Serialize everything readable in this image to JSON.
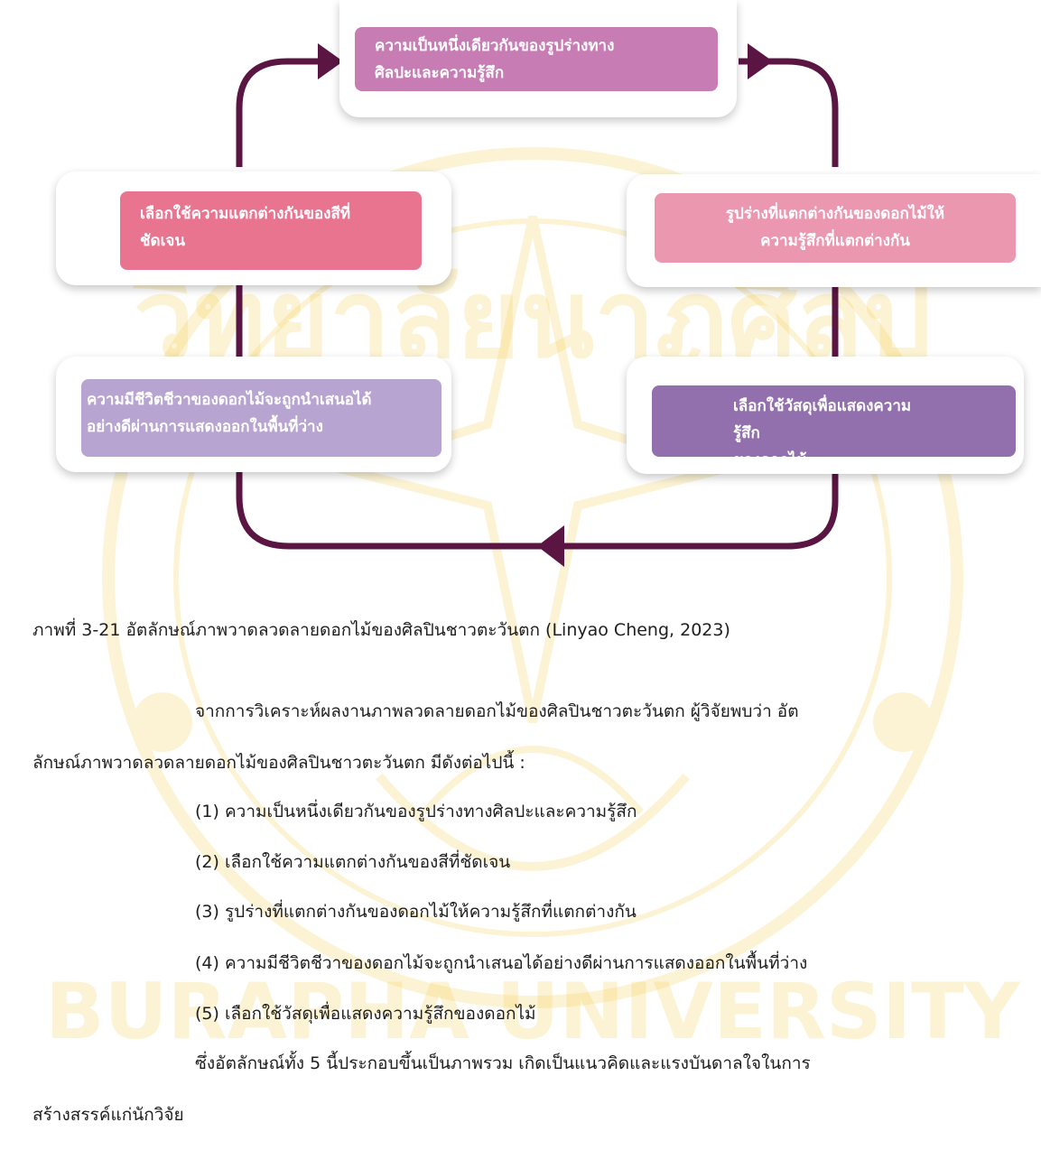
{
  "watermark": {
    "color": "#f4c430",
    "text_top": "วิทยาลัยนาฏศิลป",
    "text_bottom": "BURAPHA UNIVERSITY"
  },
  "diagram": {
    "arrow_color": "#5a1542",
    "nodes": [
      {
        "text": "ความเป็นหนึ่งเดียวกันของรูปร่างทาง\nศิลปะและความรู้สึก",
        "color": "#c77cb4"
      },
      {
        "text": "เลือกใช้ความแตกต่างกันของสีที่\nชัดเจน",
        "color": "#e9748f"
      },
      {
        "text": "รูปร่างที่แตกต่างกันของดอกไม้ให้\nความรู้สึกที่แตกต่างกัน",
        "color": "#ec97b0"
      },
      {
        "text": "ความมีชีวิตชีวาของดอกไม้จะถูกนำเสนอได้\nอย่างดีผ่านการแสดงออกในพื้นที่ว่าง",
        "color": "#b8a4d0"
      },
      {
        "text": "เลือกใช้วัสดุเพื่อแสดงความรู้สึก\nของดอกไม้",
        "color": "#9270ae"
      }
    ]
  },
  "document": {
    "caption": "ภาพที่ 3-21 อัตลักษณ์ภาพวาดลวดลายดอกไม้ของศิลปินชาวตะวันตก (Linyao Cheng, 2023)",
    "para1_line1": "จากการวิเคราะห์ผลงานภาพลวดลายดอกไม้ของศิลปินชาวตะวันตก ผู้วิจัยพบว่า อัต",
    "para1_line2": "ลักษณ์ภาพวาดลวดลายดอกไม้ของศิลปินชาวตะวันตก มีดังต่อไปนี้ :",
    "items": [
      "(1) ความเป็นหนึ่งเดียวกันของรูปร่างทางศิลปะและความรู้สึก",
      "(2) เลือกใช้ความแตกต่างกันของสีที่ชัดเจน",
      "(3) รูปร่างที่แตกต่างกันของดอกไม้ให้ความรู้สึกที่แตกต่างกัน",
      "(4) ความมีชีวิตชีวาของดอกไม้จะถูกนำเสนอได้อย่างดีผ่านการแสดงออกในพื้นที่ว่าง",
      "(5) เลือกใช้วัสดุเพื่อแสดงความรู้สึกของดอกไม้"
    ],
    "para2_line1": "ซึ่งอัตลักษณ์ทั้ง 5 นี้ประกอบขึ้นเป็นภาพรวม เกิดเป็นแนวคิดและแรงบันดาลใจในการ",
    "para2_line2": "สร้างสรรค์แก่นักวิจัย"
  }
}
